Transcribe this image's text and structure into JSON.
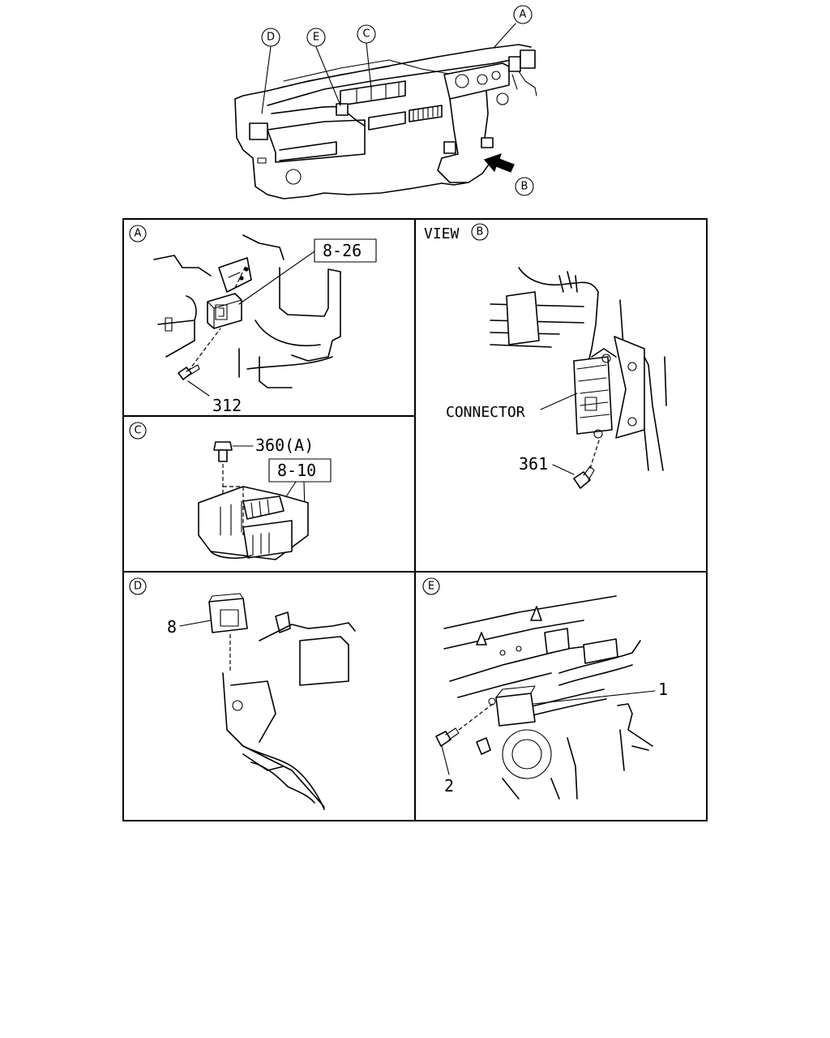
{
  "overview": {
    "callouts": [
      "A",
      "B",
      "C",
      "D",
      "E"
    ]
  },
  "panels": {
    "a": {
      "letter": "A",
      "ref_box": "8-26",
      "part": "312"
    },
    "b": {
      "view_text": "VIEW",
      "letter": "B",
      "connector": "CONNECTOR",
      "part": "361"
    },
    "c": {
      "letter": "C",
      "part": "360(A)",
      "ref_box": "8-10"
    },
    "d": {
      "letter": "D",
      "part": "8"
    },
    "e": {
      "letter": "E",
      "part_1": "1",
      "part_2": "2"
    }
  }
}
